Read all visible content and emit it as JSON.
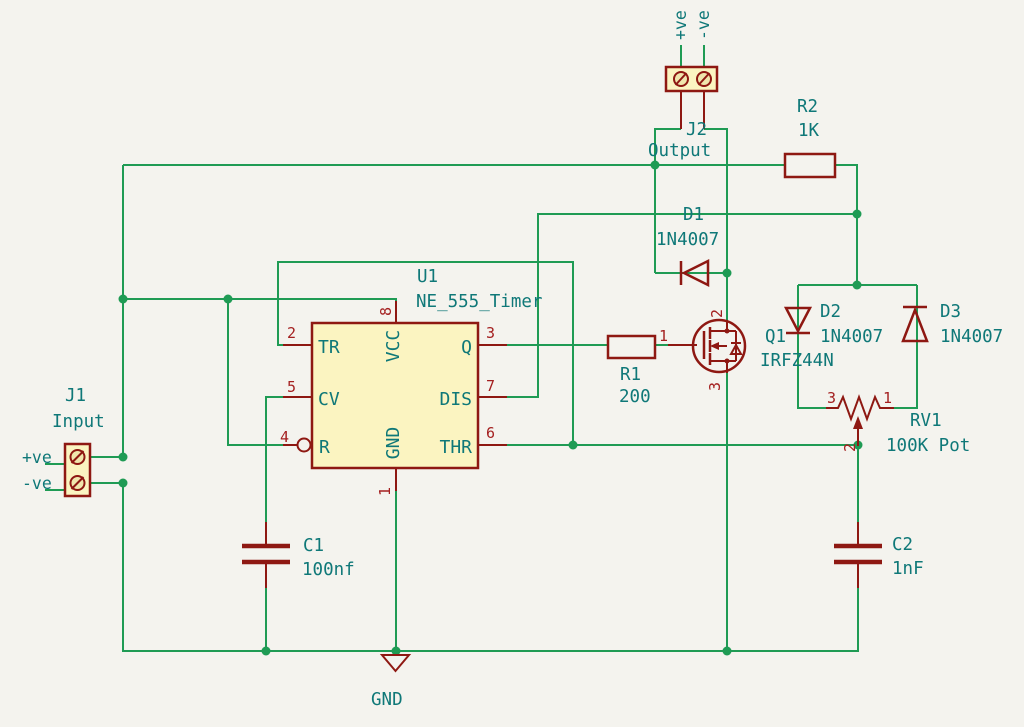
{
  "schematic": {
    "type": "circuit-schematic",
    "colors": {
      "background": "#f4f3ee",
      "wire_green": "#1f9b54",
      "symbol_dark_red": "#8e1812",
      "pin_number_red": "#a42020",
      "label_teal": "#0f7878",
      "component_fill_yellow": "#fbf4c1"
    },
    "components": {
      "j1": {
        "ref": "J1",
        "value": "Input",
        "pin_pos": "+ve",
        "pin_neg": "-ve"
      },
      "j2": {
        "ref": "J2",
        "value": "Output",
        "pin_pos": "+ve",
        "pin_neg": "-ve"
      },
      "u1": {
        "ref": "U1",
        "value": "NE_555_Timer",
        "pins": {
          "tr": {
            "num": "2",
            "name": "TR"
          },
          "cv": {
            "num": "5",
            "name": "CV"
          },
          "rst": {
            "num": "4",
            "name": "R"
          },
          "vcc": {
            "num": "8",
            "name": "VCC"
          },
          "gnd": {
            "num": "1",
            "name": "GND"
          },
          "q": {
            "num": "3",
            "name": "Q"
          },
          "dis": {
            "num": "7",
            "name": "DIS"
          },
          "thr": {
            "num": "6",
            "name": "THR"
          }
        }
      },
      "r1": {
        "ref": "R1",
        "value": "200"
      },
      "r2": {
        "ref": "R2",
        "value": "1K"
      },
      "c1": {
        "ref": "C1",
        "value": "100nf"
      },
      "c2": {
        "ref": "C2",
        "value": "1nF"
      },
      "d1": {
        "ref": "D1",
        "value": "1N4007"
      },
      "d2": {
        "ref": "D2",
        "value": "1N4007"
      },
      "d3": {
        "ref": "D3",
        "value": "1N4007"
      },
      "q1": {
        "ref": "Q1",
        "value": "IRFZ44N",
        "pins": {
          "gate": "1",
          "drain": "2",
          "source": "3"
        }
      },
      "rv1": {
        "ref": "RV1",
        "value": "100K Pot",
        "pins": {
          "end_a": "3",
          "end_b": "1",
          "wiper": "2"
        }
      },
      "gnd": {
        "label": "GND"
      }
    }
  }
}
